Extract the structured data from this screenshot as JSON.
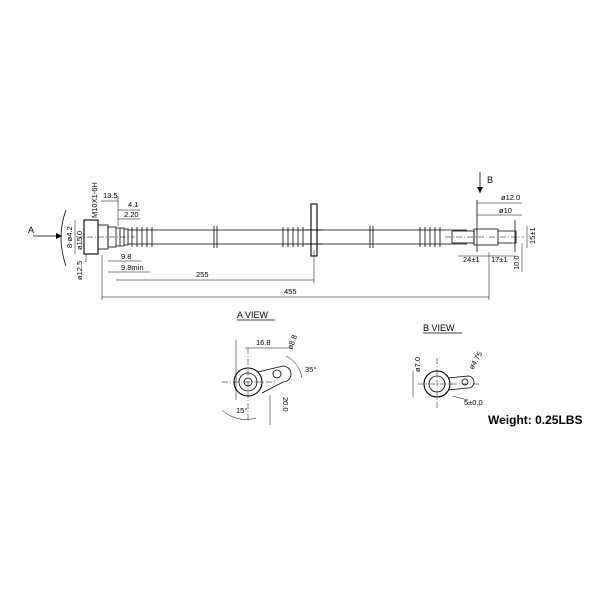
{
  "weight": "Weight: 0.25LBS",
  "views": {
    "a_title": "A VIEW",
    "b_title": "B VIEW",
    "arrow_a": "A",
    "arrow_b": "B"
  },
  "dimensions": {
    "thread": "M10X1-6H",
    "d13_5": "13.5",
    "d4_1": "4.1",
    "d2_20": "2.20",
    "d15": "ø15.0",
    "d12_5": "ø12.5",
    "d4_2": "8-ø4.2",
    "d9_8": "9.8",
    "d9_8min": "9.8min",
    "length_255": "255",
    "length_455": "455",
    "d12_0": "ø12.0",
    "d10": "ø10",
    "d15r": "15±1",
    "d24": "24±1",
    "d17": "17±1",
    "d10_0": "10.0",
    "av_16_8": "16.8",
    "av_8_8": "ø8.8",
    "av_35": "35°",
    "av_15": "15°",
    "av_20": "20.0",
    "bv_7": "ø7.0",
    "bv_4_75": "ø4.75",
    "bv_r": "5±0.0"
  }
}
